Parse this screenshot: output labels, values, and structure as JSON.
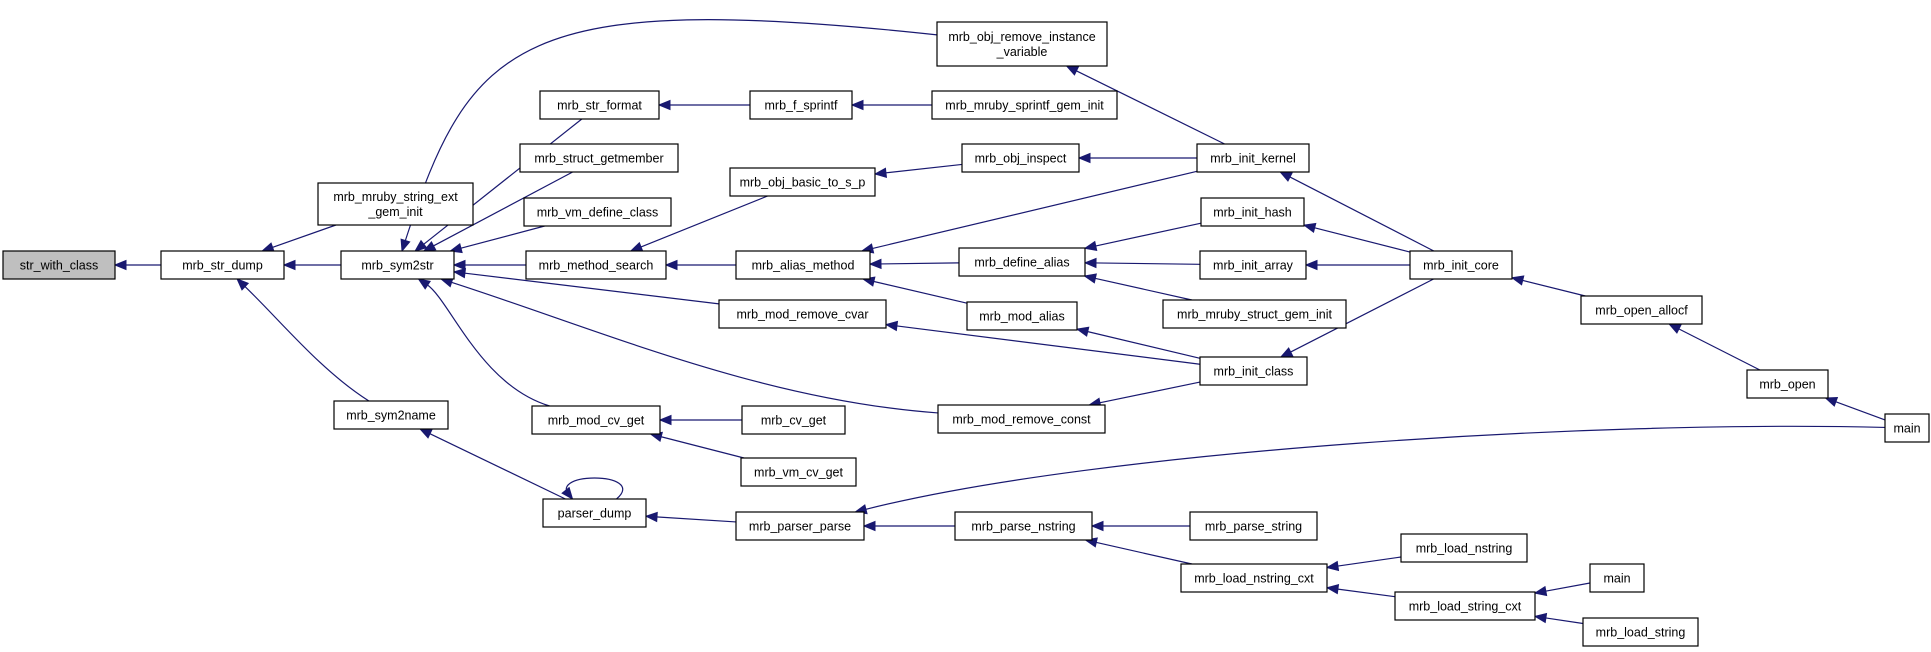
{
  "graph": {
    "type": "call-graph",
    "colors": {
      "edge": "#191970",
      "root_fill": "#bfbfbf",
      "node_fill": "#ffffff",
      "node_border": "#000000"
    },
    "nodes": [
      {
        "id": "str_with_class",
        "lines": [
          "str_with_class"
        ],
        "root": true
      },
      {
        "id": "mrb_str_dump",
        "lines": [
          "mrb_str_dump"
        ]
      },
      {
        "id": "mrb_mruby_string_ext_gem_init",
        "lines": [
          "mrb_mruby_string_ext",
          "_gem_init"
        ]
      },
      {
        "id": "mrb_sym2str",
        "lines": [
          "mrb_sym2str"
        ]
      },
      {
        "id": "mrb_sym2name",
        "lines": [
          "mrb_sym2name"
        ]
      },
      {
        "id": "mrb_str_format",
        "lines": [
          "mrb_str_format"
        ]
      },
      {
        "id": "mrb_struct_getmember",
        "lines": [
          "mrb_struct_getmember"
        ]
      },
      {
        "id": "mrb_vm_define_class",
        "lines": [
          "mrb_vm_define_class"
        ]
      },
      {
        "id": "mrb_method_search",
        "lines": [
          "mrb_method_search"
        ]
      },
      {
        "id": "mrb_mod_cv_get",
        "lines": [
          "mrb_mod_cv_get"
        ]
      },
      {
        "id": "parser_dump",
        "lines": [
          "parser_dump"
        ]
      },
      {
        "id": "mrb_f_sprintf",
        "lines": [
          "mrb_f_sprintf"
        ]
      },
      {
        "id": "mrb_obj_basic_to_s_p",
        "lines": [
          "mrb_obj_basic_to_s_p"
        ]
      },
      {
        "id": "mrb_alias_method",
        "lines": [
          "mrb_alias_method"
        ]
      },
      {
        "id": "mrb_mod_remove_cvar",
        "lines": [
          "mrb_mod_remove_cvar"
        ]
      },
      {
        "id": "mrb_cv_get",
        "lines": [
          "mrb_cv_get"
        ]
      },
      {
        "id": "mrb_vm_cv_get",
        "lines": [
          "mrb_vm_cv_get"
        ]
      },
      {
        "id": "mrb_parser_parse",
        "lines": [
          "mrb_parser_parse"
        ]
      },
      {
        "id": "mrb_obj_remove_instance_variable",
        "lines": [
          "mrb_obj_remove_instance",
          "_variable"
        ]
      },
      {
        "id": "mrb_mruby_sprintf_gem_init",
        "lines": [
          "mrb_mruby_sprintf_gem_init"
        ]
      },
      {
        "id": "mrb_obj_inspect",
        "lines": [
          "mrb_obj_inspect"
        ]
      },
      {
        "id": "mrb_define_alias",
        "lines": [
          "mrb_define_alias"
        ]
      },
      {
        "id": "mrb_mod_alias",
        "lines": [
          "mrb_mod_alias"
        ]
      },
      {
        "id": "mrb_mod_remove_const",
        "lines": [
          "mrb_mod_remove_const"
        ]
      },
      {
        "id": "mrb_parse_nstring",
        "lines": [
          "mrb_parse_nstring"
        ]
      },
      {
        "id": "mrb_init_kernel",
        "lines": [
          "mrb_init_kernel"
        ]
      },
      {
        "id": "mrb_init_hash",
        "lines": [
          "mrb_init_hash"
        ]
      },
      {
        "id": "mrb_init_array",
        "lines": [
          "mrb_init_array"
        ]
      },
      {
        "id": "mrb_mruby_struct_gem_init",
        "lines": [
          "mrb_mruby_struct_gem_init"
        ]
      },
      {
        "id": "mrb_init_class",
        "lines": [
          "mrb_init_class"
        ]
      },
      {
        "id": "mrb_parse_string",
        "lines": [
          "mrb_parse_string"
        ]
      },
      {
        "id": "mrb_load_nstring_cxt",
        "lines": [
          "mrb_load_nstring_cxt"
        ]
      },
      {
        "id": "mrb_init_core",
        "lines": [
          "mrb_init_core"
        ]
      },
      {
        "id": "mrb_load_nstring",
        "lines": [
          "mrb_load_nstring"
        ]
      },
      {
        "id": "mrb_load_string_cxt",
        "lines": [
          "mrb_load_string_cxt"
        ]
      },
      {
        "id": "mrb_open_allocf",
        "lines": [
          "mrb_open_allocf"
        ]
      },
      {
        "id": "mrb_open",
        "lines": [
          "mrb_open"
        ]
      },
      {
        "id": "main_1",
        "lines": [
          "main"
        ]
      },
      {
        "id": "main_2",
        "lines": [
          "main"
        ]
      },
      {
        "id": "mrb_load_string",
        "lines": [
          "mrb_load_string"
        ]
      }
    ],
    "edges": [
      [
        "mrb_str_dump",
        "str_with_class"
      ],
      [
        "mrb_mruby_string_ext_gem_init",
        "mrb_str_dump"
      ],
      [
        "mrb_sym2str",
        "mrb_str_dump"
      ],
      [
        "mrb_sym2name",
        "mrb_str_dump"
      ],
      [
        "mrb_str_format",
        "mrb_sym2str"
      ],
      [
        "mrb_struct_getmember",
        "mrb_sym2str"
      ],
      [
        "mrb_vm_define_class",
        "mrb_sym2str"
      ],
      [
        "mrb_method_search",
        "mrb_sym2str"
      ],
      [
        "mrb_mod_cv_get",
        "mrb_sym2str"
      ],
      [
        "mrb_obj_remove_instance_variable",
        "mrb_sym2str"
      ],
      [
        "mrb_mod_remove_cvar",
        "mrb_sym2str"
      ],
      [
        "mrb_mod_remove_const",
        "mrb_sym2str"
      ],
      [
        "parser_dump",
        "mrb_sym2name"
      ],
      [
        "parser_dump",
        "parser_dump"
      ],
      [
        "mrb_f_sprintf",
        "mrb_str_format"
      ],
      [
        "mrb_mruby_sprintf_gem_init",
        "mrb_f_sprintf"
      ],
      [
        "mrb_obj_basic_to_s_p",
        "mrb_method_search"
      ],
      [
        "mrb_alias_method",
        "mrb_method_search"
      ],
      [
        "mrb_obj_inspect",
        "mrb_obj_basic_to_s_p"
      ],
      [
        "mrb_init_kernel",
        "mrb_obj_inspect"
      ],
      [
        "mrb_init_kernel",
        "mrb_obj_remove_instance_variable"
      ],
      [
        "mrb_init_kernel",
        "mrb_alias_method"
      ],
      [
        "mrb_define_alias",
        "mrb_alias_method"
      ],
      [
        "mrb_mod_alias",
        "mrb_alias_method"
      ],
      [
        "mrb_init_hash",
        "mrb_define_alias"
      ],
      [
        "mrb_init_array",
        "mrb_define_alias"
      ],
      [
        "mrb_mruby_struct_gem_init",
        "mrb_define_alias"
      ],
      [
        "mrb_init_class",
        "mrb_mod_alias"
      ],
      [
        "mrb_init_class",
        "mrb_mod_remove_cvar"
      ],
      [
        "mrb_init_class",
        "mrb_mod_remove_const"
      ],
      [
        "mrb_cv_get",
        "mrb_mod_cv_get"
      ],
      [
        "mrb_vm_cv_get",
        "mrb_mod_cv_get"
      ],
      [
        "mrb_parser_parse",
        "parser_dump"
      ],
      [
        "mrb_parse_nstring",
        "mrb_parser_parse"
      ],
      [
        "main_1",
        "mrb_parser_parse"
      ],
      [
        "mrb_parse_string",
        "mrb_parse_nstring"
      ],
      [
        "mrb_load_nstring_cxt",
        "mrb_parse_nstring"
      ],
      [
        "mrb_load_nstring",
        "mrb_load_nstring_cxt"
      ],
      [
        "mrb_load_string_cxt",
        "mrb_load_nstring_cxt"
      ],
      [
        "main_2",
        "mrb_load_string_cxt"
      ],
      [
        "mrb_load_string",
        "mrb_load_string_cxt"
      ],
      [
        "mrb_init_core",
        "mrb_init_kernel"
      ],
      [
        "mrb_init_core",
        "mrb_init_hash"
      ],
      [
        "mrb_init_core",
        "mrb_init_array"
      ],
      [
        "mrb_init_core",
        "mrb_init_class"
      ],
      [
        "mrb_open_allocf",
        "mrb_init_core"
      ],
      [
        "mrb_open",
        "mrb_open_allocf"
      ],
      [
        "main_1",
        "mrb_open"
      ]
    ]
  }
}
